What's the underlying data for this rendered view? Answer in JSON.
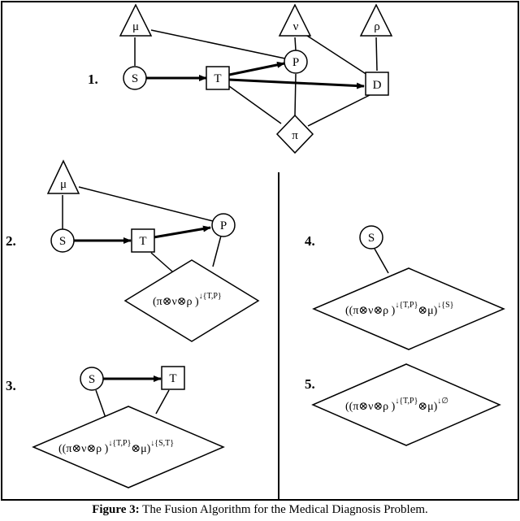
{
  "steps": {
    "s1": "1.",
    "s2": "2.",
    "s3": "3.",
    "s4": "4.",
    "s5": "5."
  },
  "nodes": {
    "mu": "μ",
    "nu": "ν",
    "rho": "ρ",
    "S": "S",
    "T": "T",
    "P": "P",
    "D": "D",
    "pi": "π"
  },
  "formulas": {
    "f2_base": "(π⊗ν⊗ρ )",
    "f2_sup": "↓{T,P}",
    "f3_base": "((π⊗ν⊗ρ )",
    "f3_sup1": "↓{T,P}",
    "f3_mid": "⊗μ)",
    "f3_sup2": "↓{S,T}",
    "f4_base": "((π⊗ν⊗ρ )",
    "f4_sup1": "↓{T,P}",
    "f4_mid": "⊗μ)",
    "f4_sup2": "↓{S}",
    "f5_base": "((π⊗ν⊗ρ )",
    "f5_sup1": "↓{T,P}",
    "f5_mid": "⊗μ)",
    "f5_sup2": "↓∅"
  },
  "caption": {
    "label": "Figure 3:",
    "text": "The Fusion Algorithm for the Medical Diagnosis Problem."
  }
}
